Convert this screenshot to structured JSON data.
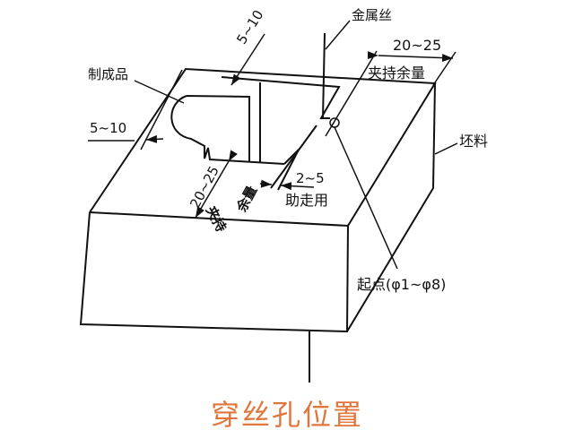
{
  "title": "穿丝孔位置",
  "colors": {
    "title": "#e0763c",
    "line": "#111111"
  },
  "labels": {
    "wire": "金属丝",
    "product": "制成品",
    "dim_top": "5~10",
    "dim_left": "5~10",
    "dim_right": "20~25",
    "clamp_right": "夹持余量",
    "dim_front": "20~25",
    "clamp_front_1": "夹持",
    "clamp_front_2": "余量",
    "dim_runup": "2~5",
    "runup": "助走用",
    "blank": "坯料",
    "start_point": "起点(φ1~φ8)"
  }
}
